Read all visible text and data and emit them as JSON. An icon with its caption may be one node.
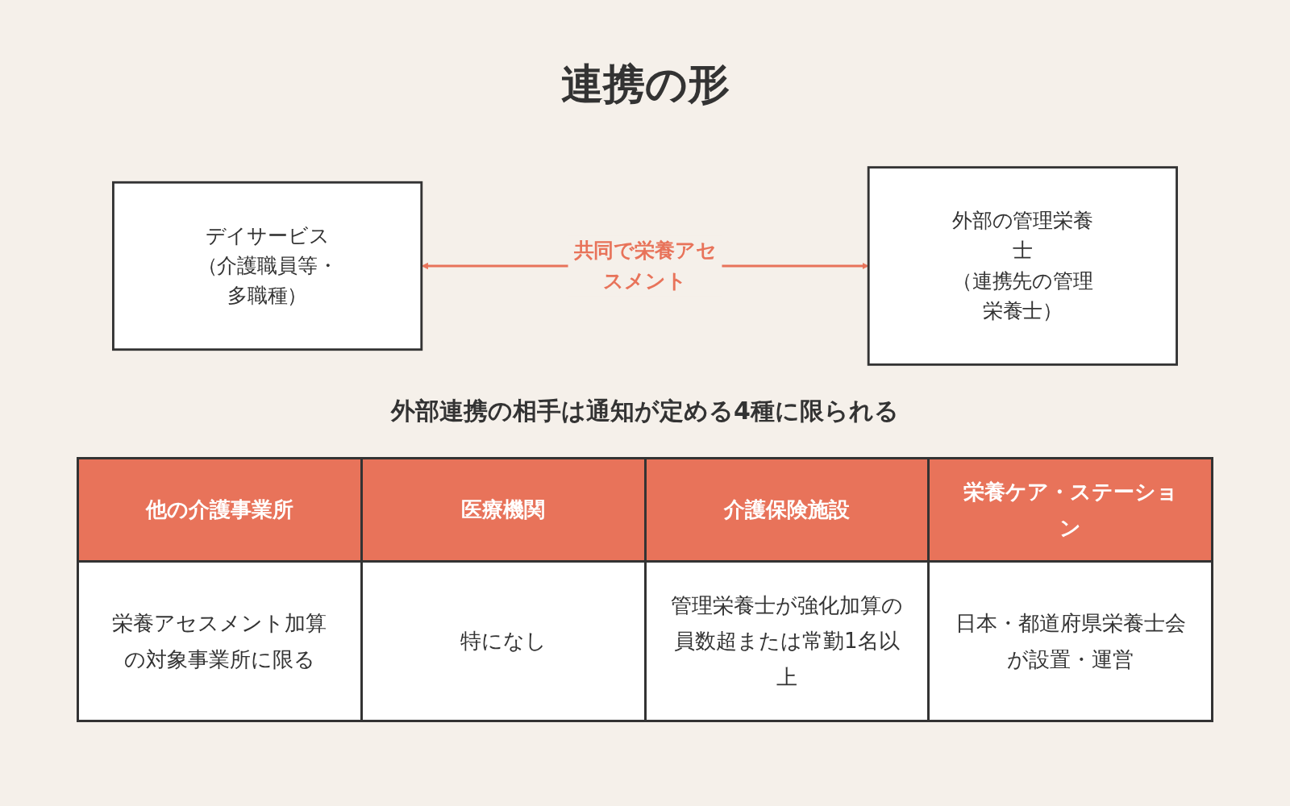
{
  "diagram": {
    "title": "連携の形",
    "nodes": [
      {
        "text": [
          "デイサービス",
          "（介護職員等・多職種）"
        ]
      },
      {
        "text": [
          "外部の管理栄養士",
          "（連携先の管理栄養士）"
        ]
      }
    ],
    "edges": [
      {
        "from": 0,
        "to": 1,
        "arrow": "both",
        "label": "共同で栄養アセスメント",
        "color": "#e8735a"
      }
    ],
    "labels": [
      "外部連携の相手は通知が定める4種に限られる",
      "他の介護事業所",
      "医療機関",
      "介護保険施設",
      "栄養ケア・ステーション",
      "栄養アセスメント加算の対象事業所に限る",
      "特になし",
      "管理栄養士が強化加算の員数超または常勤1名以上",
      "日本・都道府県栄養士会が設置・運営"
    ]
  }
}
